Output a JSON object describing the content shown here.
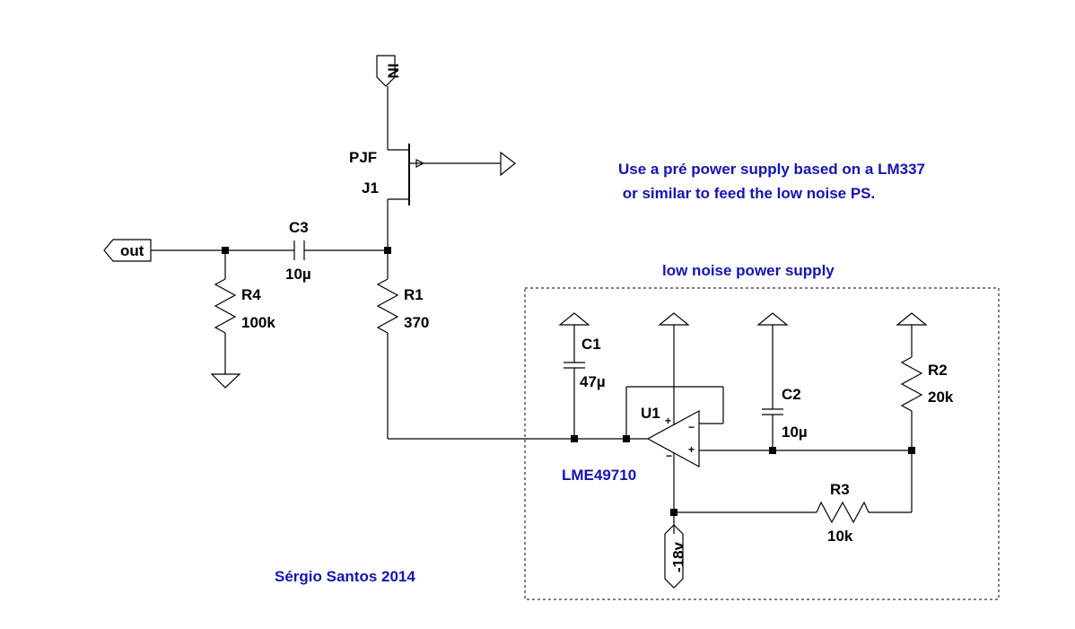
{
  "ports": {
    "in": "IN",
    "out": "out",
    "neg18": "-18v"
  },
  "jfet": {
    "type": "PJF",
    "ref": "J1"
  },
  "caps": {
    "c1": {
      "ref": "C1",
      "value": "47µ"
    },
    "c2": {
      "ref": "C2",
      "value": "10µ"
    },
    "c3": {
      "ref": "C3",
      "value": "10µ"
    }
  },
  "resistors": {
    "r1": {
      "ref": "R1",
      "value": "370"
    },
    "r2": {
      "ref": "R2",
      "value": "20k"
    },
    "r3": {
      "ref": "R3",
      "value": "10k"
    },
    "r4": {
      "ref": "R4",
      "value": "100k"
    }
  },
  "opamp": {
    "ref": "U1",
    "part": "LME49710",
    "pin_plus": "+",
    "pin_minus": "−"
  },
  "notes": {
    "line1": "Use a pré power supply based on a LM337",
    "line2": " or similar to feed the low noise PS.",
    "box_title": "low noise power supply",
    "author": "Sérgio Santos 2014"
  },
  "colors": {
    "wire": "#000000",
    "note": "#1414b4",
    "background": "#ffffff"
  }
}
